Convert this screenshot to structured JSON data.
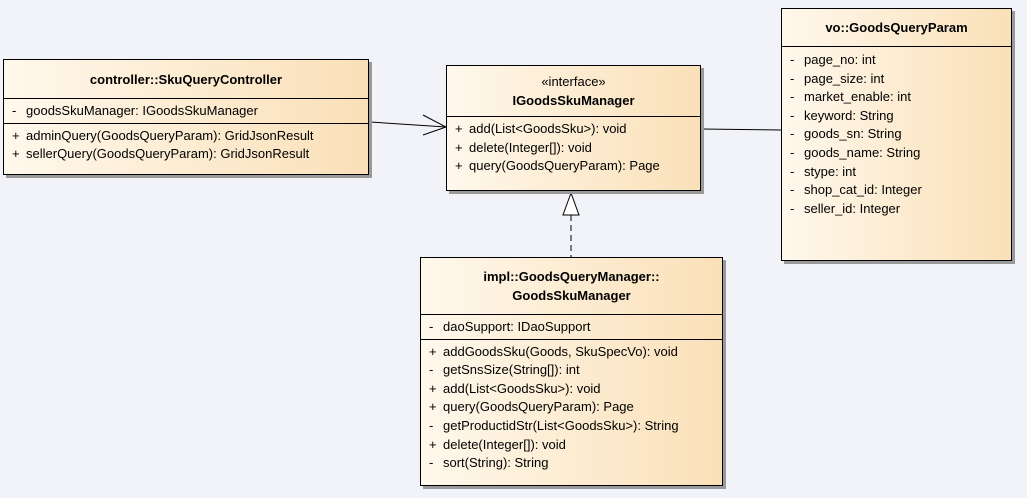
{
  "controller": {
    "name": "controller::SkuQueryController",
    "attributes": [
      {
        "vis": "-",
        "text": "goodsSkuManager: IGoodsSkuManager"
      }
    ],
    "operations": [
      {
        "vis": "+",
        "text": "adminQuery(GoodsQueryParam): GridJsonResult"
      },
      {
        "vis": "+",
        "text": "sellerQuery(GoodsQueryParam): GridJsonResult"
      }
    ]
  },
  "interface": {
    "stereotype": "«interface»",
    "name": "IGoodsSkuManager",
    "operations": [
      {
        "vis": "+",
        "text": "add(List<GoodsSku>): void"
      },
      {
        "vis": "+",
        "text": "delete(Integer[]): void"
      },
      {
        "vis": "+",
        "text": "query(GoodsQueryParam): Page"
      }
    ]
  },
  "param": {
    "name": "vo::GoodsQueryParam",
    "attributes": [
      {
        "vis": "-",
        "text": "page_no: int"
      },
      {
        "vis": "-",
        "text": "page_size: int"
      },
      {
        "vis": "-",
        "text": "market_enable: int"
      },
      {
        "vis": "-",
        "text": "keyword: String"
      },
      {
        "vis": "-",
        "text": "goods_sn: String"
      },
      {
        "vis": "-",
        "text": "goods_name: String"
      },
      {
        "vis": "-",
        "text": "stype: int"
      },
      {
        "vis": "-",
        "text": "shop_cat_id: Integer"
      },
      {
        "vis": "-",
        "text": "seller_id: Integer"
      }
    ]
  },
  "impl": {
    "name_line1": "impl::GoodsQueryManager::",
    "name_line2": "GoodsSkuManager",
    "attributes": [
      {
        "vis": "-",
        "text": "daoSupport: IDaoSupport"
      }
    ],
    "operations": [
      {
        "vis": "+",
        "text": "addGoodsSku(Goods, SkuSpecVo): void"
      },
      {
        "vis": "-",
        "text": "getSnsSize(String[]): int"
      },
      {
        "vis": "+",
        "text": "add(List<GoodsSku>): void"
      },
      {
        "vis": "+",
        "text": "query(GoodsQueryParam): Page"
      },
      {
        "vis": "-",
        "text": "getProductidStr(List<GoodsSku>): String"
      },
      {
        "vis": "+",
        "text": "delete(Integer[]): void"
      },
      {
        "vis": "-",
        "text": "sort(String): String"
      }
    ]
  },
  "colors": {
    "background": "#f2f3f8",
    "box_fill_start": "#fff8ec",
    "box_fill_end": "#fae0b8",
    "border": "#000000",
    "shadow": "#9a9a9a"
  }
}
